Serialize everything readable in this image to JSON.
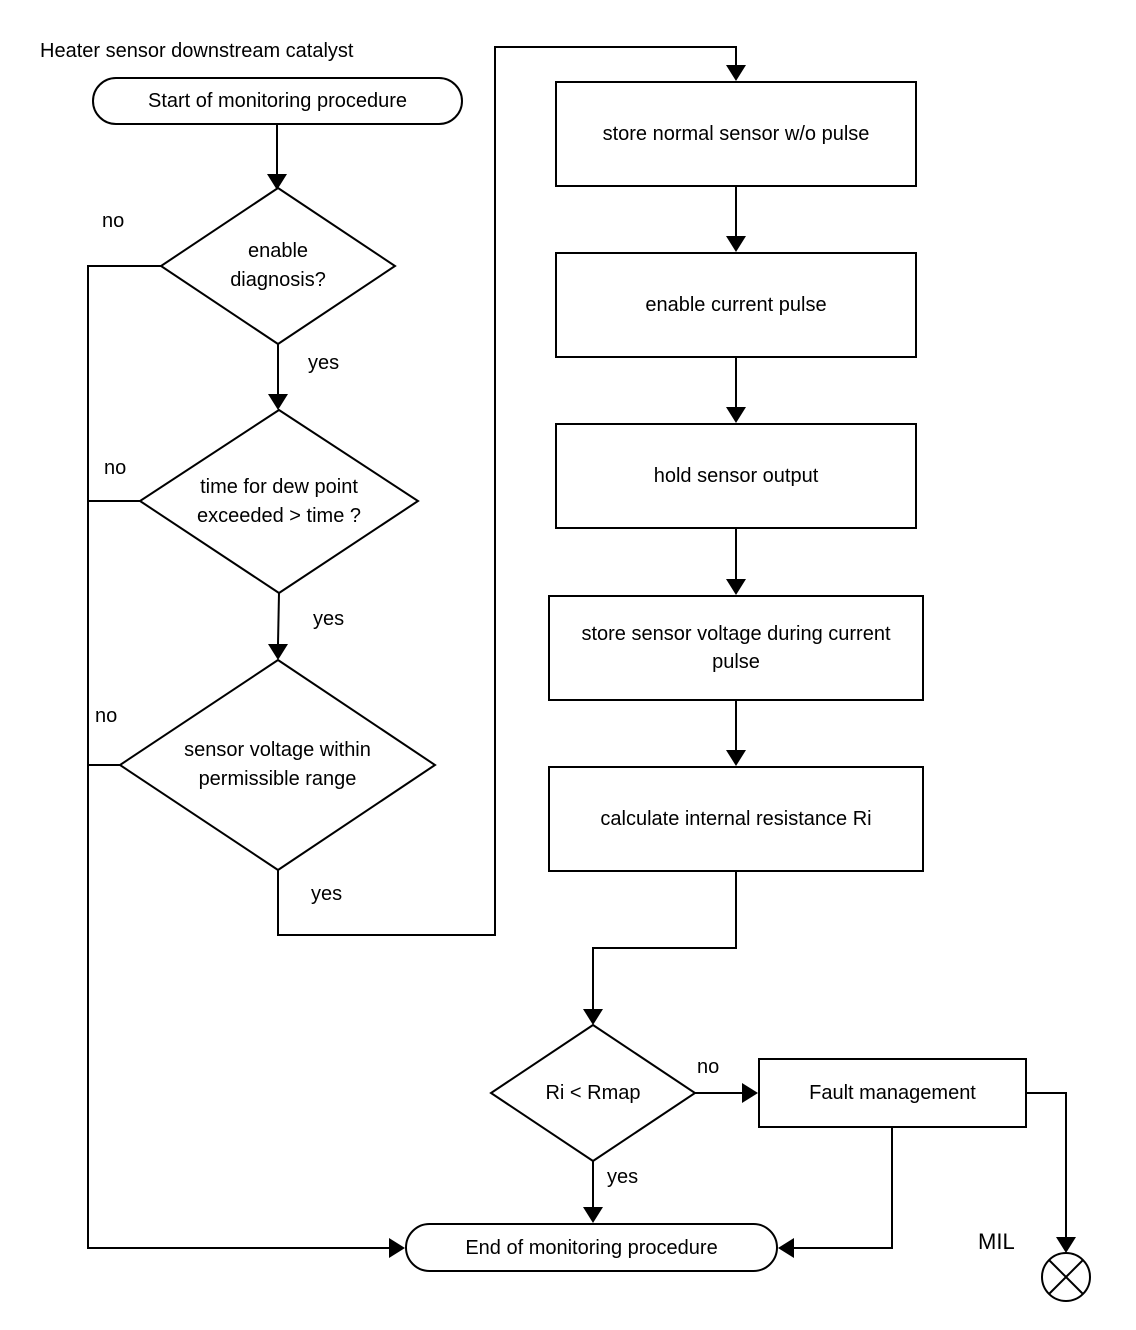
{
  "title": "Heater sensor downstream catalyst",
  "nodes": {
    "start": {
      "label": "Start of monitoring procedure",
      "type": "terminator"
    },
    "d1": {
      "label": "enable diagnosis?",
      "type": "decision"
    },
    "d2": {
      "label": "time for dew point exceeded > time ?",
      "type": "decision"
    },
    "d3": {
      "label": "sensor voltage within permissible range",
      "type": "decision"
    },
    "p1": {
      "label": "store normal sensor w/o pulse",
      "type": "process"
    },
    "p2": {
      "label": "enable current pulse",
      "type": "process"
    },
    "p3": {
      "label": "hold sensor output",
      "type": "process"
    },
    "p4": {
      "label": "store sensor voltage during current pulse",
      "type": "process"
    },
    "p5": {
      "label": "calculate internal resistance Ri",
      "type": "process"
    },
    "d4": {
      "label": "Ri < Rmap",
      "type": "decision"
    },
    "fault": {
      "label": "Fault management",
      "type": "process"
    },
    "end": {
      "label": "End of monitoring procedure",
      "type": "terminator"
    },
    "mil": {
      "label": "MIL",
      "type": "indicator-lamp"
    }
  },
  "edge_labels": {
    "d1_no": "no",
    "d1_yes": "yes",
    "d2_no": "no",
    "d2_yes": "yes",
    "d3_no": "no",
    "d3_yes": "yes",
    "d4_no": "no",
    "d4_yes": "yes"
  },
  "colors": {
    "line": "#000000",
    "fill": "#ffffff",
    "text": "#000000"
  }
}
